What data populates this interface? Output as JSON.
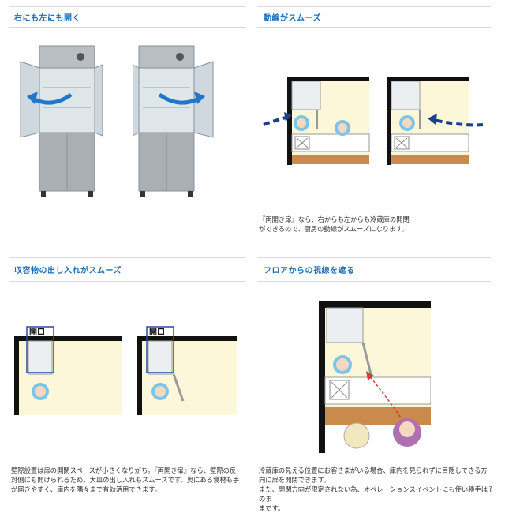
{
  "sections": [
    {
      "heading": "右にも左にも開く",
      "caption": []
    },
    {
      "heading": "動線がスムーズ",
      "caption": [
        "『両開き扉』なら、右からも左からも冷蔵庫の開閉",
        "ができるので、厨房の動線がスムーズになります。"
      ]
    },
    {
      "heading": "収容物の出し入れがスムーズ",
      "diagram_labels": [
        "開口",
        "開口"
      ],
      "caption": [
        "壁際設置は扉の開閉スペースが小さくなりがち。『両開き扉』なら、壁際の反",
        "対側にも開けられるため、大皿の出し入れもスムーズです。奥にある食材も手",
        "が届きやすく、庫内を隅々まで有効活用できます。"
      ]
    },
    {
      "heading": "フロアからの視線を遮る",
      "caption": [
        "冷蔵庫の見える位置にお客さまがいる場合、庫内を見られずに目隠しできる方",
        "向に扉を開閉できます。",
        "また、開閉方向が限定されない為、オペレーションスイベントにも使い勝手はそのま",
        "まです。"
      ]
    }
  ],
  "colors": {
    "heading": "#1d6fb8",
    "arrow": "#1a3f8f",
    "floor": "#fbf7d8",
    "wall": "#111111",
    "counter": "#c98a4c"
  }
}
